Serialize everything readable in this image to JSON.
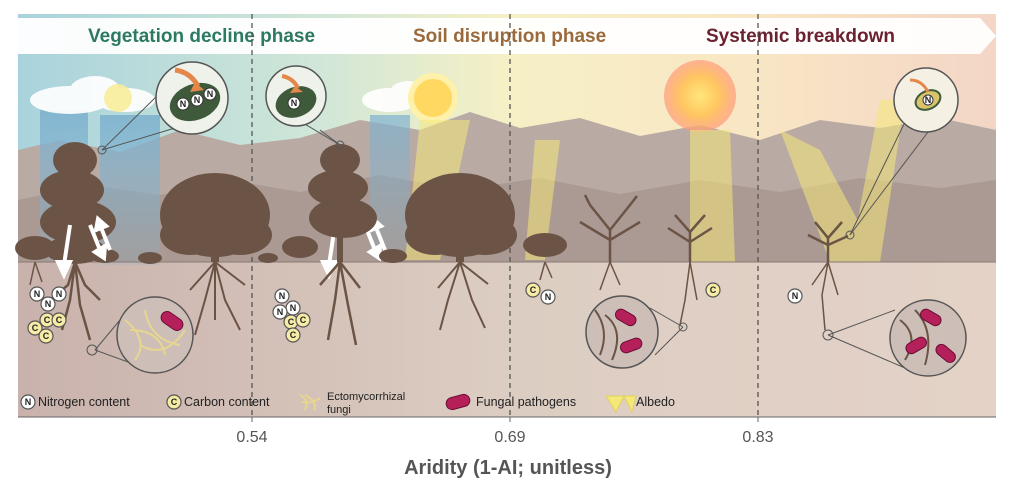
{
  "phases": [
    {
      "label": "Vegetation decline phase",
      "color": "#2d7a62"
    },
    {
      "label": "Soil disruption phase",
      "color": "#9a6a3c"
    },
    {
      "label": "Systemic breakdown",
      "color": "#6b2230"
    }
  ],
  "axis": {
    "title": "Aridity (1-AI; unitless)",
    "ticks": [
      "0.54",
      "0.69",
      "0.83"
    ]
  },
  "legend": {
    "nitrogen": "Nitrogen content",
    "carbon": "Carbon content",
    "ecto_line1": "Ectomycorrhizal",
    "ecto_line2": "fungi",
    "pathogens": "Fungal pathogens",
    "albedo": "Albedo"
  },
  "badges": {
    "nitrogen_letter": "N",
    "carbon_letter": "C"
  },
  "colors": {
    "tree": "#6b5446",
    "soil": "#d6c3b8",
    "mountains": "#b9a9a2",
    "pathogen": "#b5205a",
    "fungi": "#e6d690",
    "albedo": "#f4e87a",
    "rain": "#7fb2cf"
  }
}
